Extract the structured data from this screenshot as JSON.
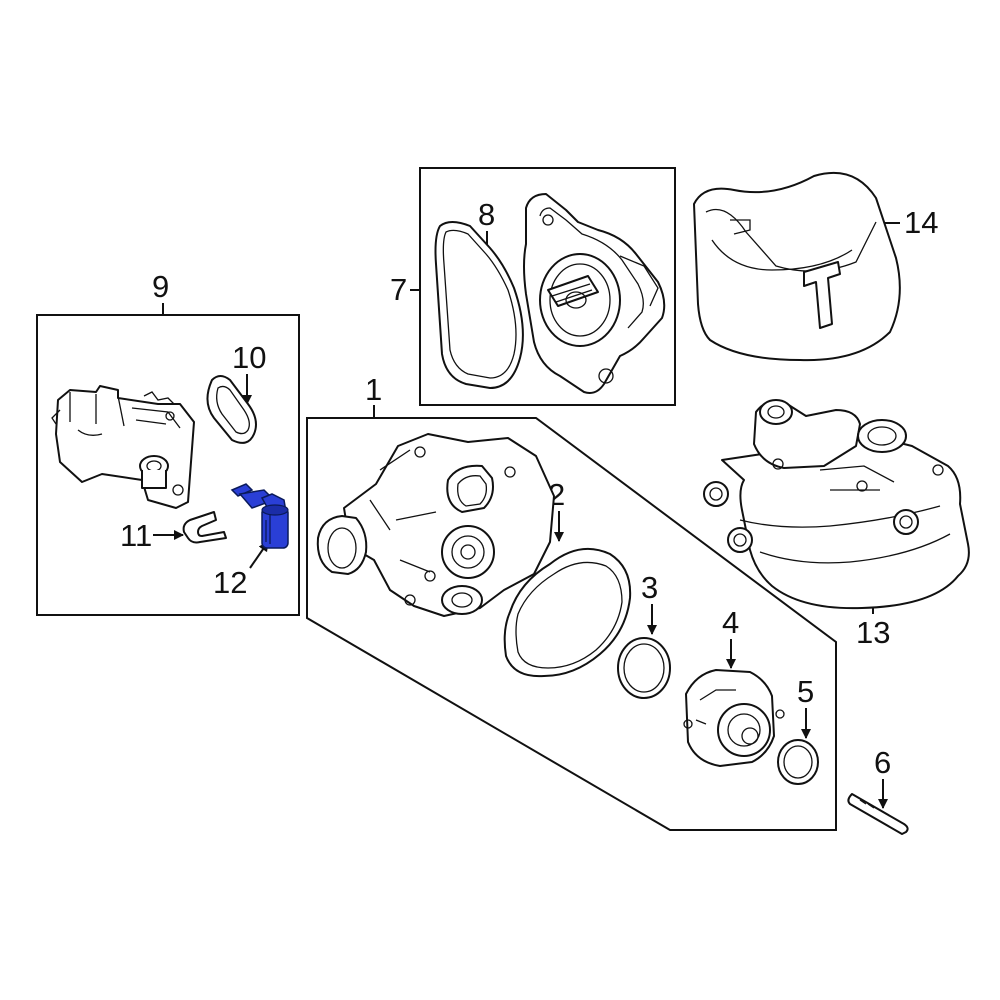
{
  "diagram": {
    "callouts": [
      {
        "id": "c1",
        "text": "1"
      },
      {
        "id": "c2",
        "text": "2"
      },
      {
        "id": "c3",
        "text": "3"
      },
      {
        "id": "c4",
        "text": "4"
      },
      {
        "id": "c5",
        "text": "5"
      },
      {
        "id": "c6",
        "text": "6"
      },
      {
        "id": "c7",
        "text": "7"
      },
      {
        "id": "c8",
        "text": "8"
      },
      {
        "id": "c9",
        "text": "9"
      },
      {
        "id": "c10",
        "text": "10"
      },
      {
        "id": "c11",
        "text": "11"
      },
      {
        "id": "c12",
        "text": "12"
      },
      {
        "id": "c13",
        "text": "13"
      },
      {
        "id": "c14",
        "text": "14"
      }
    ],
    "highlight_color": "#2a3fd6",
    "line_color": "#111111",
    "background_color": "#ffffff"
  }
}
